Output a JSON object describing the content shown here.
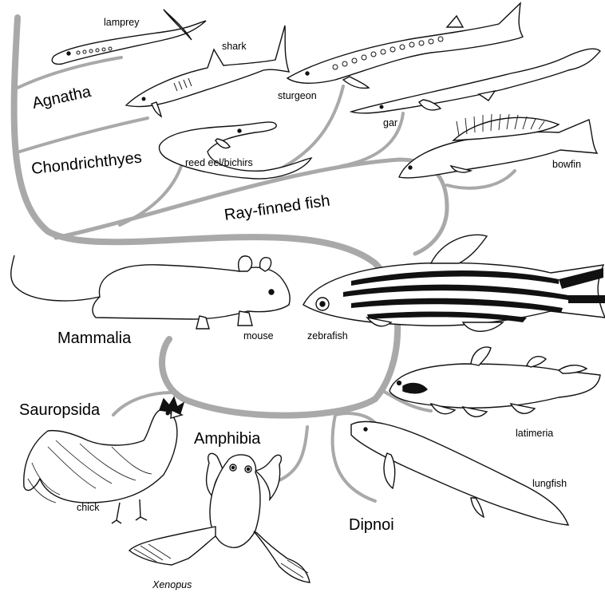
{
  "groups": {
    "agnatha": "Agnatha",
    "chondrichthyes": "Chondrichthyes",
    "ray_finned": "Ray-finned fish",
    "mammalia": "Mammalia",
    "sauropsida": "Sauropsida",
    "amphibia": "Amphibia",
    "dipnoi": "Dipnoi"
  },
  "species": {
    "lamprey": "lamprey",
    "shark": "shark",
    "sturgeon": "sturgeon",
    "gar": "gar",
    "reed_eel": "reed eel/bichirs",
    "bowfin": "bowfin",
    "mouse": "mouse",
    "zebrafish": "zebrafish",
    "latimeria": "latimeria",
    "lungfish": "lungfish",
    "chick": "chick",
    "xenopus": "Xenopus"
  },
  "colors": {
    "branch": "#a9a9a9",
    "outline": "#111111",
    "stripe": "#111111",
    "background": "#ffffff"
  }
}
